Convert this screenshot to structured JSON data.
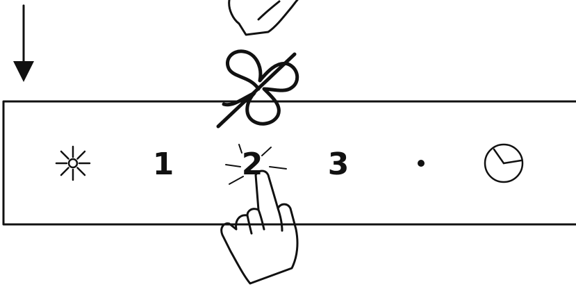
{
  "panel": {
    "buttons": [
      {
        "id": "light",
        "icon": "light-icon"
      },
      {
        "id": "speed-1",
        "label": "1"
      },
      {
        "id": "speed-2",
        "label": "2",
        "pressed": true
      },
      {
        "id": "speed-3",
        "label": "3"
      },
      {
        "id": "dot",
        "icon": "dot-icon"
      },
      {
        "id": "timer",
        "icon": "timer-icon"
      }
    ]
  },
  "icons": {
    "arrow": "down-arrow-icon",
    "fan_off": "fan-off-icon",
    "hand_top": "hand-icon",
    "hand_press": "pointing-hand-icon",
    "press_flash": "press-flash-icon"
  },
  "colors": {
    "line": "#111111",
    "background": "#ffffff"
  }
}
